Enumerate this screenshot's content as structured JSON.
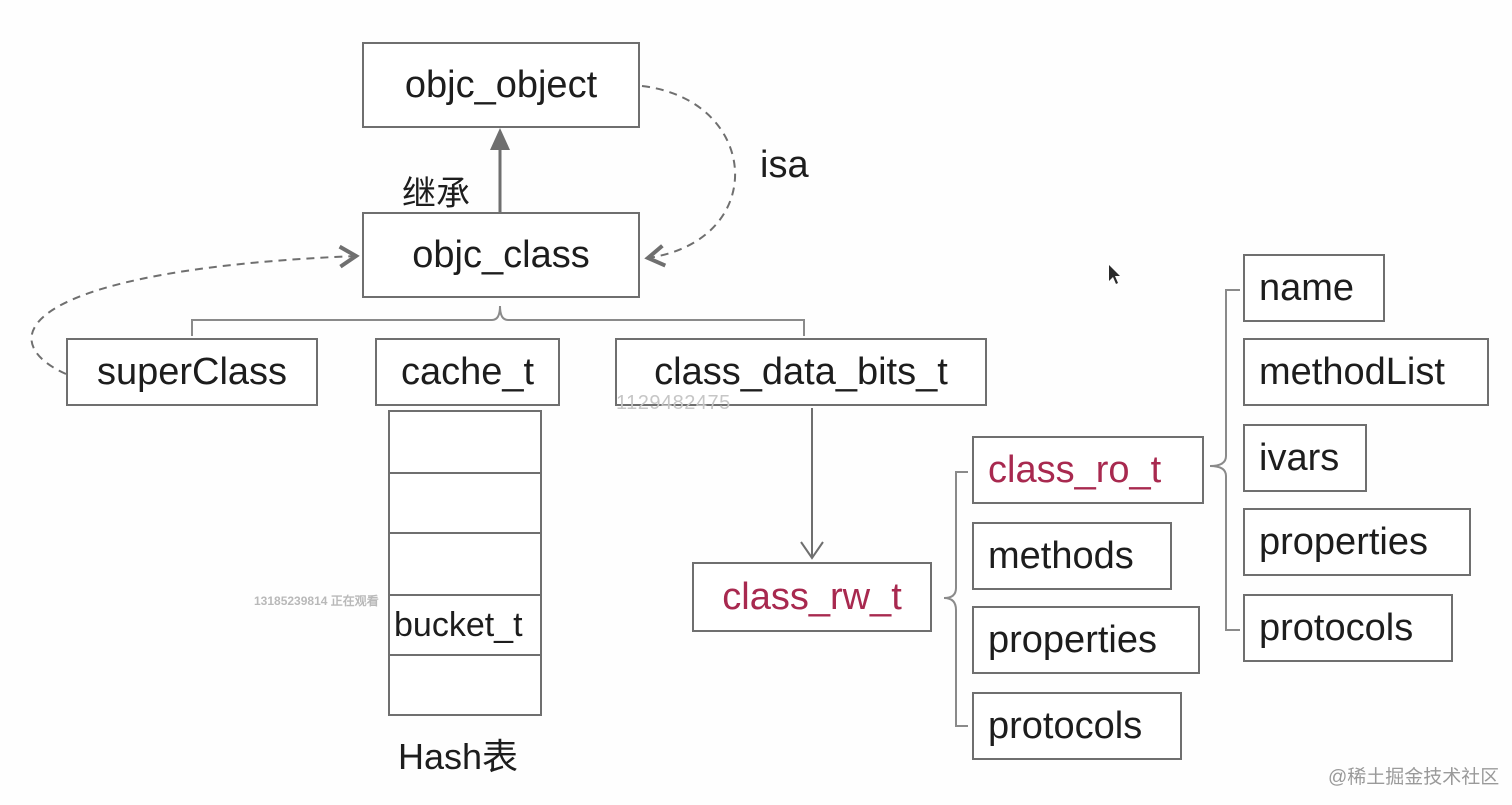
{
  "diagram": {
    "objc_object": "objc_object",
    "objc_class": "objc_class",
    "inherit_label": "继承",
    "isa_label": "isa",
    "super_class": "superClass",
    "cache_t": "cache_t",
    "class_data_bits_t": "class_data_bits_t",
    "bucket_t": "bucket_t",
    "hash_label": "Hash表",
    "class_rw_t": "class_rw_t",
    "rw_children": [
      "class_ro_t",
      "methods",
      "properties",
      "protocols"
    ],
    "ro_children": [
      "name",
      "methodList",
      "ivars",
      "properties",
      "protocols"
    ]
  },
  "overlays": {
    "watermark_id": "1129482475",
    "viewer_note": "13185239814 正在观看",
    "site_mark": "@稀土掘金技术社区"
  },
  "colors": {
    "line": "#6f6f6f",
    "highlight_text": "#a8294f",
    "text": "#1d1d1d"
  }
}
